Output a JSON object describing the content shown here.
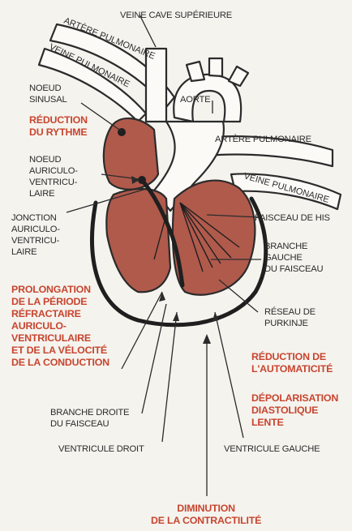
{
  "labels": {
    "veine_cave_superieure": "VEINE CAVE SUPÉRIEURE",
    "artere_pulmonaire_top": "ARTÈRE PULMONAIRE",
    "veine_pulmonaire_top": "VEINE PULMONAIRE",
    "noeud_sinusal": "NOEUD\nSINUSAL",
    "aorte": "AORTE",
    "artere_pulmonaire_right": "ARTÈRE PULMONAIRE",
    "veine_pulmonaire_right": "VEINE PULMONAIRE",
    "noeud_auriculo_ventriculaire": "NOEUD\nAURICULO-\nVENTRICU-\nLAIRE",
    "jonction_auriculo_ventriculaire": "JONCTION\nAURICULO-\nVENTRICU-\nLAIRE",
    "faisceau_de_his": "FAISCEAU DE HIS",
    "branche_gauche": "BRANCHE\nGAUCHE\nDU FAISCEAU",
    "reseau_purkinje": "RÉSEAU DE\nPURKINJE",
    "branche_droite": "BRANCHE DROITE\nDU FAISCEAU",
    "ventricule_droit": "VENTRICULE DROIT",
    "ventricule_gauche": "VENTRICULE GAUCHE"
  },
  "effects": {
    "reduction_rythme": "RÉDUCTION\nDU RYTHME",
    "prolongation": "PROLONGATION\nDE LA PÉRIODE\nRÉFRACTAIRE\nAURICULO-\nVENTRICULAIRE\nET DE LA VÉLOCITÉ\nDE LA CONDUCTION",
    "reduction_automaticite": "RÉDUCTION DE\nL'AUTOMATICITÉ",
    "depolarisation": "DÉPOLARISATION\nDIASTOLIQUE\nLENTE",
    "diminution_contractilite": "DIMINUTION\nDE LA CONTRACTILITÉ"
  },
  "colors": {
    "muscle": "#b05a4c",
    "effect_text": "#c8452f",
    "line": "#2b2b2b",
    "background": "#f5f3ee"
  }
}
